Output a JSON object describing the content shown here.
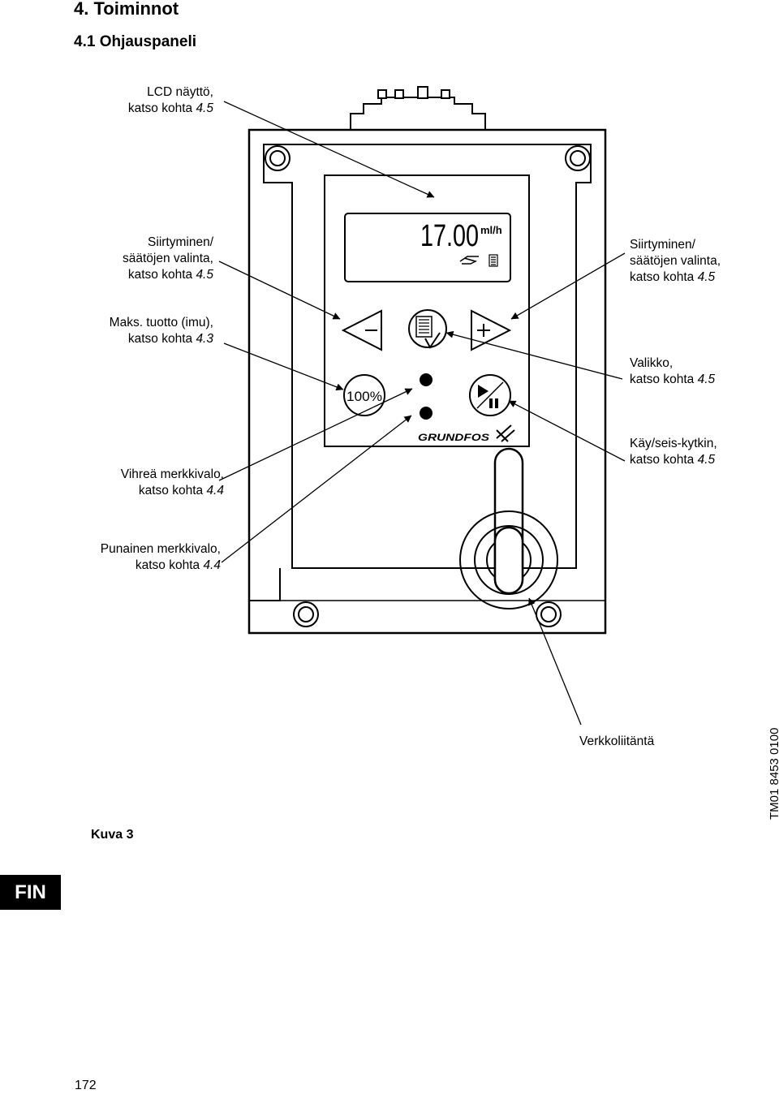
{
  "heading": {
    "section": "4. Toiminnot",
    "subsection": "4.1 Ohjauspaneli"
  },
  "callouts": {
    "lcd": {
      "line1": "LCD näyttö,",
      "line2_prefix": "katso kohta ",
      "ref": "4.5"
    },
    "nav_left": {
      "line1": "Siirtyminen/",
      "line2": "säätöjen valinta,",
      "line3_prefix": "katso kohta ",
      "ref": "4.5"
    },
    "nav_right": {
      "line1": "Siirtyminen/",
      "line2": "säätöjen valinta,",
      "line3_prefix": "katso kohta ",
      "ref": "4.5"
    },
    "max_flow": {
      "line1": "Maks. tuotto (imu),",
      "line2_prefix": "katso kohta ",
      "ref": "4.3"
    },
    "menu": {
      "line1": "Valikko,",
      "line2_prefix": "katso kohta ",
      "ref": "4.5"
    },
    "start_stop": {
      "line1": "Käy/seis-kytkin,",
      "line2_prefix": "katso kohta ",
      "ref": "4.5"
    },
    "green_led": {
      "line1": "Vihreä merkkivalo,",
      "line2_prefix": "katso kohta ",
      "ref": "4.4"
    },
    "red_led": {
      "line1": "Punainen merkkivalo,",
      "line2_prefix": "katso kohta ",
      "ref": "4.4"
    },
    "mains": {
      "line1": "Verkkoliitäntä"
    }
  },
  "device": {
    "display_value": "17.00",
    "display_unit": "ml/h",
    "button_100": "100%",
    "brand": "GRUNDFOS"
  },
  "figure": {
    "caption": "Kuva 3",
    "code": "TM01 8453 0100"
  },
  "footer": {
    "language": "FIN",
    "page_number": "172"
  }
}
